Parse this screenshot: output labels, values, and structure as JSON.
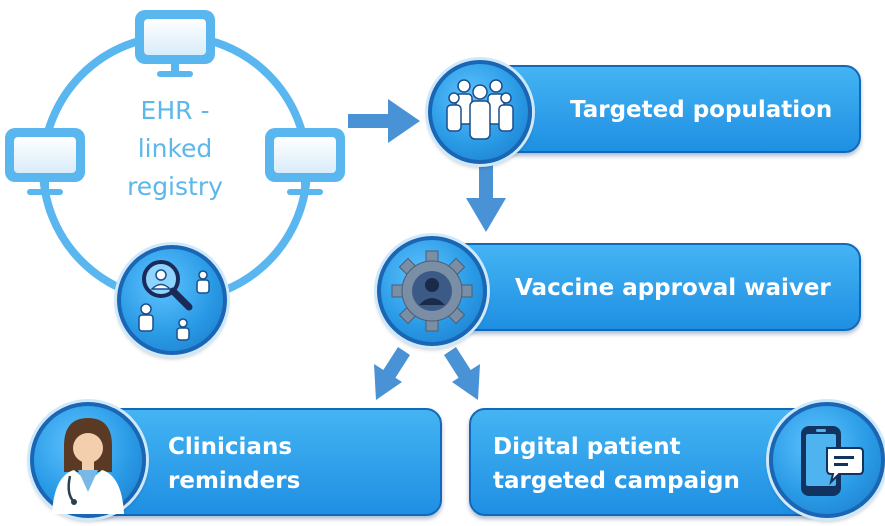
{
  "registry": {
    "label_line1": "EHR -",
    "label_line2": "linked",
    "label_line3": "registry"
  },
  "steps": {
    "targeted": "Targeted population",
    "waiver": "Vaccine approval waiver",
    "clinicians_line1": "Clinicians",
    "clinicians_line2": "reminders",
    "digital_line1": "Digital patient",
    "digital_line2": "targeted campaign"
  },
  "colors": {
    "box_blue": "#2a9be6",
    "arrow_blue": "#4a92d6",
    "ring_blue": "#5ab6ef",
    "label_blue": "#5bb7ec"
  },
  "icons": [
    "monitor-icon",
    "search-people-icon",
    "population-icon",
    "gear-person-icon",
    "doctor-icon",
    "phone-chat-icon"
  ]
}
